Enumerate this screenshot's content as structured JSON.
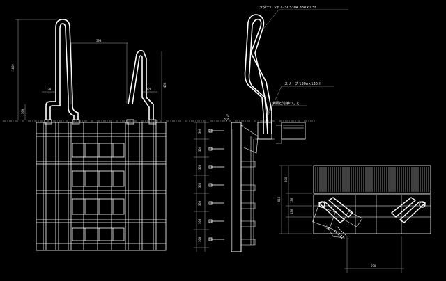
{
  "labels": {
    "handle": "ラダーハンドル SUS304 38φ×1.5t",
    "sleeve": "スリーブ 130φ×130H",
    "note": "床版と溶接のこと",
    "level": "FL"
  },
  "dims": {
    "handle_height": "1450",
    "inner_width": "590",
    "offset_left": "120",
    "offset_right": "120",
    "low": "300",
    "right_height": "450",
    "plan_width": "590",
    "plan_side": "610",
    "plan_a": "200",
    "plan_b": "130",
    "plan_c": "150",
    "sleeve_size": "130",
    "steps": [
      "300",
      "300",
      "300",
      "300",
      "300",
      "300",
      "300"
    ]
  },
  "colors": {
    "line": "#ffffff",
    "bg": "#000000",
    "accent": "#00e5ff"
  }
}
